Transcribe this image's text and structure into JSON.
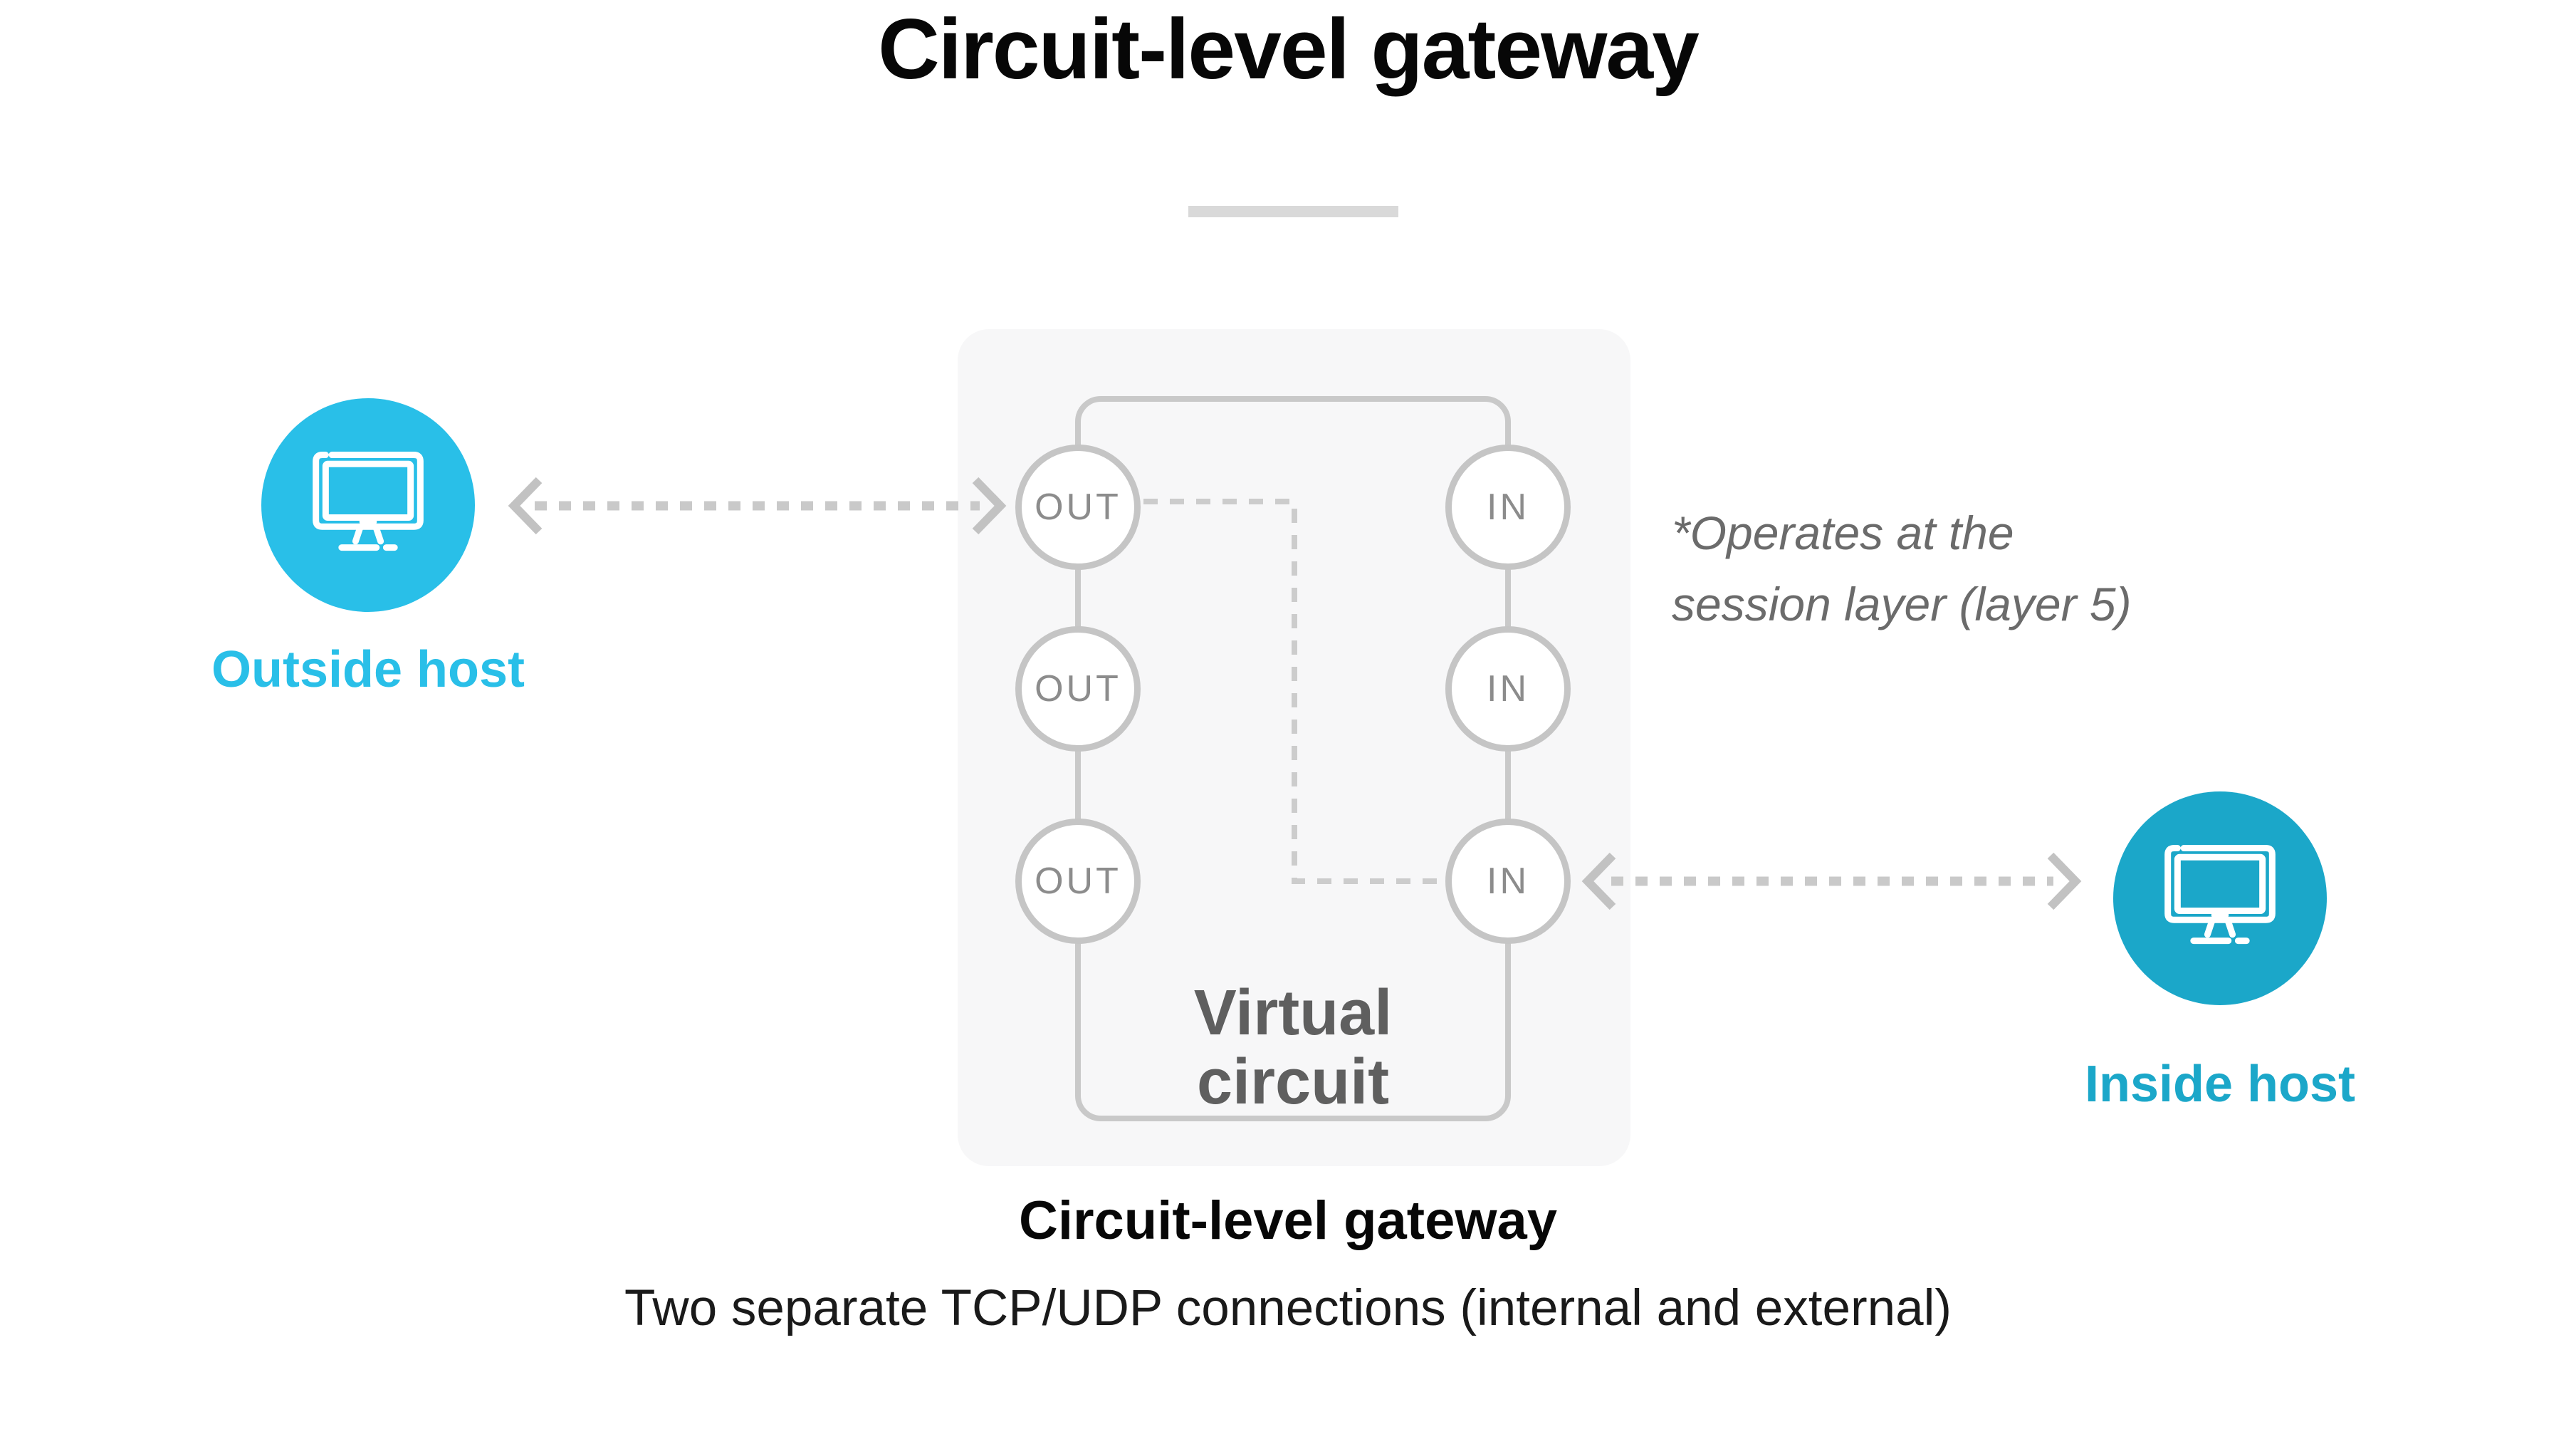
{
  "title": "Circuit-level gateway",
  "outside_host": {
    "label": "Outside host"
  },
  "inside_host": {
    "label": "Inside host"
  },
  "note": {
    "text": "*Operates at the\nsession layer (layer 5)"
  },
  "gateway": {
    "ports_left": [
      "OUT",
      "OUT",
      "OUT"
    ],
    "ports_right": [
      "IN",
      "IN",
      "IN"
    ],
    "panel_label": "Virtual circuit",
    "caption": "Circuit-level gateway",
    "description": "Two separate TCP/UDP connections (internal and external)"
  },
  "colors": {
    "outside_accent": "#29BFE8",
    "inside_accent": "#1BA7C9",
    "panel_bg": "#F7F7F8",
    "wire": "#C9C9C9",
    "circle_border": "#C5C5C5",
    "port_text": "#8C8C8C",
    "label_dark": "#5F5F5F",
    "note_text": "#6B6B6B",
    "divider": "#D9D9D9",
    "title_text": "#070707"
  }
}
